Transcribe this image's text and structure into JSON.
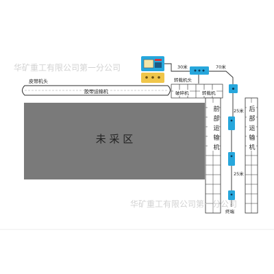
{
  "watermark_top": "华矿重工有限公司第一分公司",
  "watermark_bottom": "华矿重工有限公司第一分公司",
  "unmined_area": "未 采 区",
  "belt_head": "皮带机头",
  "belt_conveyor": "胶带运输机",
  "reloader_head": "转载机头",
  "crusher": "破碎机",
  "reloader": "转载机",
  "front_conveyor": "前部运输机",
  "rear_conveyor": "后部运输机",
  "dist_30": "30米",
  "dist_70": "70米",
  "dist_25_upper": "25米",
  "dist_25_lower": "25米",
  "terminal": "终端",
  "colors": {
    "unmined_fill": "#7a7a7a",
    "device_blue": "#27a7dc",
    "screen_yellow": "#f0c64a",
    "line": "#2a2a2a"
  }
}
